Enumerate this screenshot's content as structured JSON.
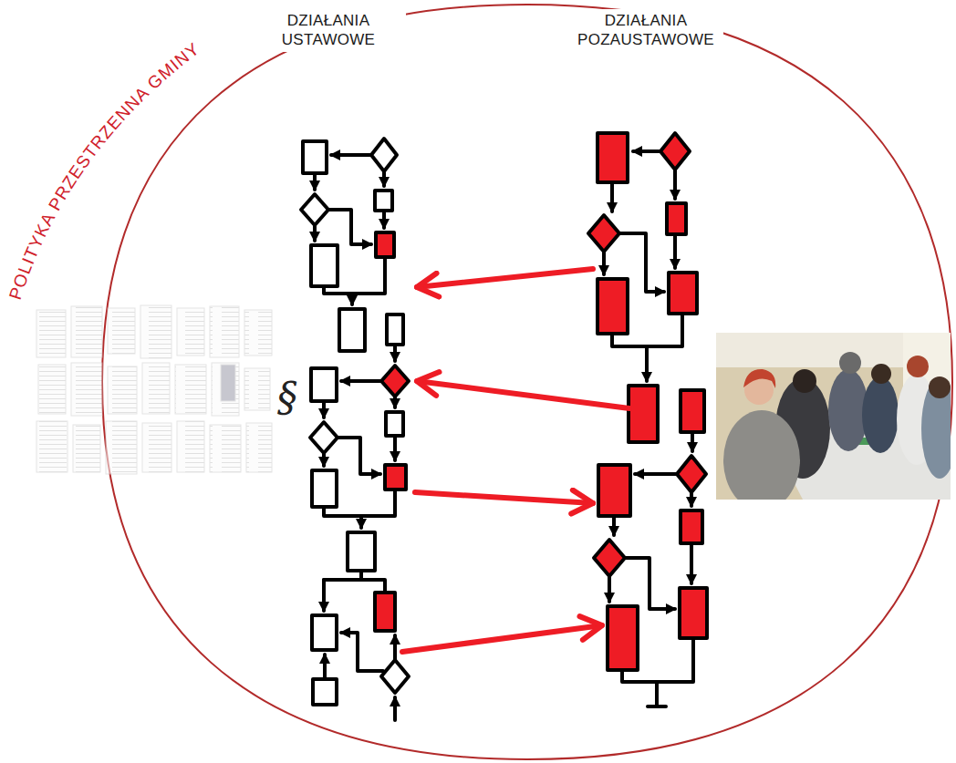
{
  "diagram": {
    "labels": [
      "POLITYKA PRZESTRZENNA GMINY",
      "DZIAŁANIA USTAWOWE",
      "DZIAŁANIA POZAUSTAWOWE",
      "§"
    ]
  }
}
